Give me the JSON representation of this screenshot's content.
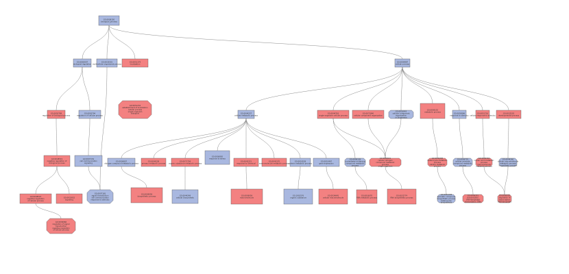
{
  "colors": {
    "blue": "#a9b8e0",
    "red": "#f38181",
    "stroke": "#555555",
    "edge": "#888888"
  },
  "nodes": [
    {
      "id": "root",
      "lines": [
        "GO:0008150",
        "biological_process"
      ],
      "color": "blue",
      "shape": "rect"
    },
    {
      "id": "n_a",
      "lines": [
        "GO:0065007",
        "biological regulation"
      ],
      "color": "blue",
      "shape": "rect"
    },
    {
      "id": "n_b",
      "lines": [
        "GO:0032501",
        "multicellular organismal process"
      ],
      "color": "blue",
      "shape": "rect"
    },
    {
      "id": "n_c",
      "lines": [
        "GO:0051179",
        "localization"
      ],
      "color": "red",
      "shape": "rect"
    },
    {
      "id": "n_d",
      "lines": [
        "GO:0009987",
        "cellular process"
      ],
      "color": "blue",
      "shape": "rect"
    },
    {
      "id": "n_e",
      "lines": [
        "GO:0050789",
        "regulation of biological process"
      ],
      "color": "red",
      "shape": "rect"
    },
    {
      "id": "n_f",
      "lines": [
        "GO:0050794",
        "regulation of cellular process"
      ],
      "color": "blue",
      "shape": "rect"
    },
    {
      "id": "n_g",
      "lines": [
        "GO:0051234",
        "establishment of localization",
        "cellular process",
        "single-organism",
        "transport"
      ],
      "color": "red",
      "shape": "oct"
    },
    {
      "id": "n_h",
      "lines": [
        "GO:0048519",
        "negative regulation of",
        "biological process"
      ],
      "color": "red",
      "shape": "rect"
    },
    {
      "id": "n_i",
      "lines": [
        "GO:0007154",
        "cell communication",
        "signaling"
      ],
      "color": "blue",
      "shape": "rect"
    },
    {
      "id": "n_j",
      "lines": [
        "GO:0048523",
        "negative regulation",
        "of cellular process"
      ],
      "color": "red",
      "shape": "rect"
    },
    {
      "id": "n_k",
      "lines": [
        "GO:0023052",
        "signaling"
      ],
      "color": "red",
      "shape": "rect"
    },
    {
      "id": "n_l",
      "lines": [
        "GO:0007165",
        "signal transduction",
        "cell communication",
        "response to stimulus"
      ],
      "color": "blue",
      "shape": "oct"
    },
    {
      "id": "n_m",
      "lines": [
        "GO:0009966",
        "regulation of signal",
        "transduction",
        "negative regulation",
        "of cellular process"
      ],
      "color": "red",
      "shape": "oct"
    },
    {
      "id": "n_n",
      "lines": [
        "GO:0044237",
        "cellular metabolic process"
      ],
      "color": "blue",
      "shape": "rect"
    },
    {
      "id": "n_o",
      "lines": [
        "GO:0044763",
        "single-organism cellular process"
      ],
      "color": "red",
      "shape": "rect"
    },
    {
      "id": "n_p",
      "lines": [
        "GO:0071840",
        "cellular component organization"
      ],
      "color": "red",
      "shape": "rect"
    },
    {
      "id": "n_q",
      "lines": [
        "GO:0016043",
        "cellular component",
        "organization",
        "or biogenesis"
      ],
      "color": "blue",
      "shape": "oct"
    },
    {
      "id": "n_r",
      "lines": [
        "GO:0008152",
        "metabolic process"
      ],
      "color": "red",
      "shape": "rect"
    },
    {
      "id": "n_s",
      "lines": [
        "GO:0050896",
        "response to stimulus"
      ],
      "color": "blue",
      "shape": "rect"
    },
    {
      "id": "n_t",
      "lines": [
        "GO:0051716",
        "cellular response to stimulus"
      ],
      "color": "red",
      "shape": "rect"
    },
    {
      "id": "n_u",
      "lines": [
        "GO:0032502",
        "developmental process"
      ],
      "color": "red",
      "shape": "rect"
    },
    {
      "id": "n_v",
      "lines": [
        "GO:0006807",
        "nitrogen compound metabolic process"
      ],
      "color": "blue",
      "shape": "rect"
    },
    {
      "id": "n_w",
      "lines": [
        "GO:0044238",
        "primary metabolic process"
      ],
      "color": "red",
      "shape": "rect"
    },
    {
      "id": "n_x",
      "lines": [
        "GO:0071704",
        "organic substance metabolic process"
      ],
      "color": "red",
      "shape": "rect"
    },
    {
      "id": "n_y",
      "lines": [
        "GO:0006950",
        "response to stress"
      ],
      "color": "blue",
      "shape": "rect"
    },
    {
      "id": "n_z",
      "lines": [
        "GO:0042221",
        "response to chemical"
      ],
      "color": "red",
      "shape": "rect"
    },
    {
      "id": "n_aa",
      "lines": [
        "GO:0043170",
        "macromolecule metabolic process"
      ],
      "color": "red",
      "shape": "rect"
    },
    {
      "id": "n_ab",
      "lines": [
        "GO:0019538",
        "protein metabolic process"
      ],
      "color": "blue",
      "shape": "rect"
    },
    {
      "id": "n_ac",
      "lines": [
        "GO:0010467",
        "gene expression"
      ],
      "color": "blue",
      "shape": "rect"
    },
    {
      "id": "n_ad",
      "lines": [
        "GO:0006139",
        "nucleobase-containing",
        "compound metabolic",
        "process"
      ],
      "color": "blue",
      "shape": "oct"
    },
    {
      "id": "n_ae",
      "lines": [
        "GO:0034641",
        "cellular nitrogen",
        "compound metabolic",
        "process",
        "single-organism"
      ],
      "color": "red",
      "shape": "oct"
    },
    {
      "id": "n_af",
      "lines": [
        "GO:0046483",
        "heterocycle metabolic",
        "process",
        "cellular metabolic",
        "process"
      ],
      "color": "red",
      "shape": "oct"
    },
    {
      "id": "n_ag",
      "lines": [
        "GO:0006725",
        "cellular aromatic",
        "compound metabolic",
        "process"
      ],
      "color": "blue",
      "shape": "oct"
    },
    {
      "id": "n_ah",
      "lines": [
        "GO:0090304",
        "nucleic acid metabolic",
        "process",
        "macromolecule",
        "metabolic process"
      ],
      "color": "red",
      "shape": "oct"
    },
    {
      "id": "n_ai",
      "lines": [
        "GO:0044260",
        "cellular macromolecule",
        "metabolic process",
        "biosynthetic process"
      ],
      "color": "blue",
      "shape": "oct"
    },
    {
      "id": "n_aj",
      "lines": [
        "GO:0009058",
        "biosynthetic process"
      ],
      "color": "red",
      "shape": "rect"
    },
    {
      "id": "n_ak",
      "lines": [
        "GO:0044249",
        "cellular biosynthetic"
      ],
      "color": "blue",
      "shape": "rect"
    },
    {
      "id": "n_al",
      "lines": [
        "GO:0009059",
        "macromolecule"
      ],
      "color": "red",
      "shape": "rect"
    },
    {
      "id": "n_am",
      "lines": [
        "GO:1901576",
        "organic substance"
      ],
      "color": "blue",
      "shape": "rect"
    },
    {
      "id": "n_an",
      "lines": [
        "GO:0034645",
        "cellular macromolecule"
      ],
      "color": "red",
      "shape": "rect"
    },
    {
      "id": "n_ao",
      "lines": [
        "GO:0016070",
        "RNA metabolic process"
      ],
      "color": "red",
      "shape": "rect"
    },
    {
      "id": "n_ap",
      "lines": [
        "GO:0032774",
        "RNA biosynthetic process"
      ],
      "color": "red",
      "shape": "rect"
    },
    {
      "id": "n_aq",
      "lines": [
        "GO:0019438",
        "aromatic compound",
        "biosynthetic process",
        "heterocycle",
        "biosynthesis"
      ],
      "color": "blue",
      "shape": "oct"
    },
    {
      "id": "n_ar",
      "lines": [
        "GO:0006351",
        "transcription,",
        "DNA-templated",
        "transcription, DNA"
      ],
      "color": "red",
      "shape": "oct"
    },
    {
      "id": "n_as",
      "lines": [
        "GO:0006355",
        "regulation of",
        "transcription",
        "DNA-templated"
      ],
      "color": "red",
      "shape": "oct"
    }
  ]
}
